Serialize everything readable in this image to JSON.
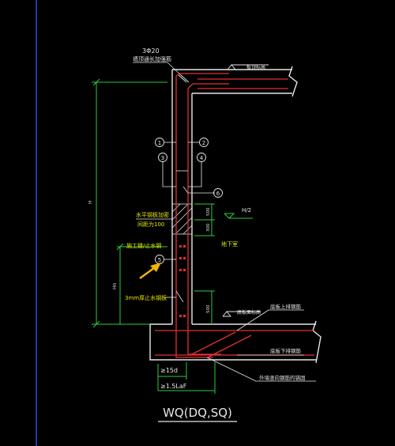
{
  "colors": {
    "background": "#000000",
    "wall_outline": "#e6e6e6",
    "rebar": "#e33030",
    "dimension": "#2ecc40",
    "annotation_text": "#e8e800",
    "leader": "#e6e6e6",
    "border_line": "#2f4fd8",
    "arrow": "#f0b400"
  },
  "labels": {
    "top_rebar": "3Φ20",
    "top_rebar_note": "墙顶通长加强筋",
    "top_slab": "板顶标高",
    "waterstop_steel": "水平钢板加密",
    "waterstop_spacing": "间距为100",
    "construction_joint": "施工缝/止水钢",
    "steel_plate_3mm": "3mm厚止水钢板",
    "basement_side": "地下室",
    "floor_top_note": "底板面标高",
    "bottom_top_bars": "底板上排钢筋",
    "bottom_bottom_bars": "底板下排钢筋",
    "outer_wall_bars": "外墙竖向钢筋的锚固",
    "anchor_15d": "≥15d",
    "anchor_15laf": "≥1.5LaF",
    "dim_total": "H",
    "dim_hn": "Hn",
    "dim_500_a": "500",
    "dim_300": "300",
    "dim_500_b": "500",
    "level_hh": "H/2",
    "title": "WQ(DQ,SQ)",
    "circles": [
      "1",
      "2",
      "3",
      "4",
      "5",
      "6"
    ]
  }
}
